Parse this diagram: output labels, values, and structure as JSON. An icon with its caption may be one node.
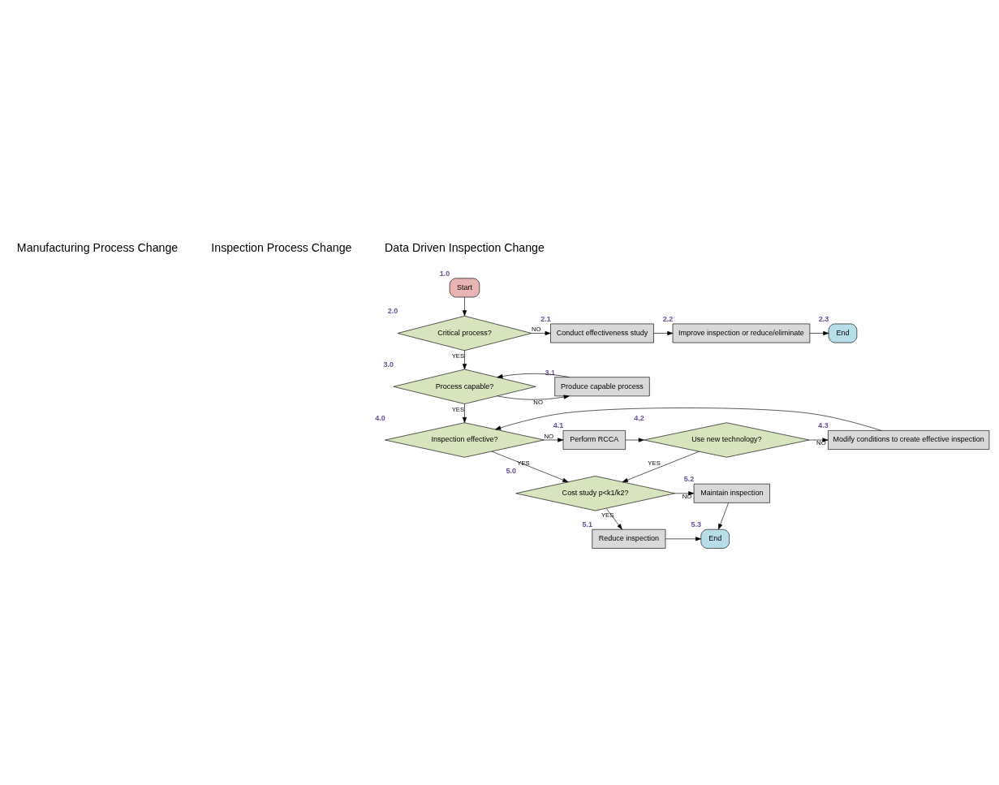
{
  "diagram": {
    "nodes": [
      {
        "text": [
          "Start"
        ],
        "beside": [
          "1.0"
        ]
      },
      {
        "text": [
          "Critical process?"
        ],
        "beside": [
          "2.0"
        ]
      },
      {
        "text": [
          "Conduct effectiveness study"
        ],
        "beside": [
          "2.1"
        ]
      },
      {
        "text": [
          "Improve inspection or reduce/eliminate"
        ],
        "beside": [
          "2.2"
        ]
      },
      {
        "text": [
          "End"
        ],
        "beside": [
          "2.3"
        ]
      },
      {
        "text": [
          "Process capable?"
        ],
        "beside": [
          "3.0"
        ]
      },
      {
        "text": [
          "Produce capable process"
        ],
        "beside": [
          "3.1"
        ]
      },
      {
        "text": [
          "Inspection effective?"
        ],
        "beside": [
          "4.0"
        ]
      },
      {
        "text": [
          "Perform RCCA"
        ],
        "beside": [
          "4.1"
        ]
      },
      {
        "text": [
          "Use new technology?"
        ],
        "beside": [
          "4.2"
        ]
      },
      {
        "text": [
          "Modify conditions to create effective inspection"
        ],
        "beside": [
          "4.3"
        ]
      },
      {
        "text": [
          "Cost study p<k1/k2?"
        ],
        "beside": [
          "5.0"
        ]
      },
      {
        "text": [
          "Maintain inspection"
        ],
        "beside": [
          "5.2"
        ]
      },
      {
        "text": [
          "Reduce inspection"
        ],
        "beside": [
          "5.1"
        ]
      },
      {
        "text": [
          "End"
        ],
        "beside": [
          "5.3"
        ]
      }
    ],
    "edges": [
      {
        "from": 0,
        "to": 1,
        "arrow": "to"
      },
      {
        "from": 1,
        "to": 2,
        "arrow": "to",
        "label": "NO"
      },
      {
        "from": 2,
        "to": 3,
        "arrow": "to"
      },
      {
        "from": 3,
        "to": 4,
        "arrow": "to"
      },
      {
        "from": 1,
        "to": 5,
        "arrow": "to",
        "label": "YES"
      },
      {
        "from": 5,
        "to": 6,
        "arrow": "to",
        "label": "NO"
      },
      {
        "from": 6,
        "to": 5,
        "arrow": "to"
      },
      {
        "from": 5,
        "to": 7,
        "arrow": "to",
        "label": "YES"
      },
      {
        "from": 7,
        "to": 8,
        "arrow": "to",
        "label": "NO"
      },
      {
        "from": 8,
        "to": 9,
        "arrow": "to"
      },
      {
        "from": 9,
        "to": 10,
        "arrow": "to",
        "label": "NO"
      },
      {
        "from": 10,
        "to": 7,
        "arrow": "to"
      },
      {
        "from": 9,
        "to": 11,
        "arrow": "to",
        "label": "YES"
      },
      {
        "from": 7,
        "to": 11,
        "arrow": "to",
        "label": "YES"
      },
      {
        "from": 11,
        "to": 12,
        "arrow": "to",
        "label": "NO"
      },
      {
        "from": 11,
        "to": 13,
        "arrow": "to",
        "label": "YES"
      },
      {
        "from": 12,
        "to": 14,
        "arrow": "to"
      },
      {
        "from": 13,
        "to": 14,
        "arrow": "to"
      }
    ],
    "labels": [
      "Manufacturing Process Change",
      "Inspection Process Change",
      "Data Driven Inspection Change"
    ]
  }
}
